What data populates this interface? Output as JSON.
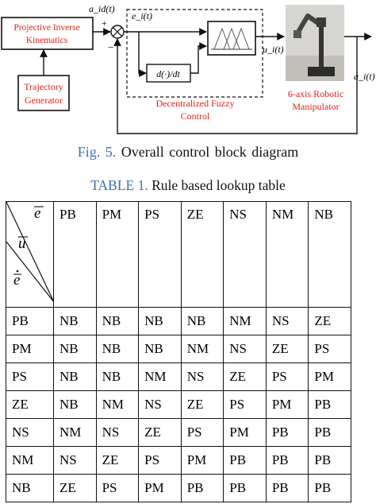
{
  "figure": {
    "blocks": {
      "pik": [
        "Projective Inverse",
        "Kinematics"
      ],
      "traj": [
        "Trajectory",
        "Generator"
      ],
      "fuzzy": [
        "Decentralized Fuzzy",
        "Control"
      ],
      "robot": [
        "6-axis Robotic",
        "Manipulator"
      ],
      "deriv": "d(·)/dt"
    },
    "signals": {
      "ref": "a_id(t)",
      "error": "e_i(t)",
      "control": "u_i(t)",
      "output": "a_i(t)",
      "plus": "+",
      "minus": "−"
    },
    "colors": {
      "block_text": "#e0201c",
      "caption_label": "#3f6fb0"
    },
    "caption_label": "Fig. 5.",
    "caption_text": "Overall control block diagram"
  },
  "table": {
    "caption_label": "TABLE 1.",
    "caption_text": "Rule based lookup table",
    "corner": {
      "col_var": "e",
      "mid_var": "u",
      "row_var": "e"
    },
    "columns": [
      "PB",
      "PM",
      "PS",
      "ZE",
      "NS",
      "NM",
      "NB"
    ],
    "rows": [
      {
        "label": "PB",
        "cells": [
          "NB",
          "NB",
          "NB",
          "NB",
          "NM",
          "NS",
          "ZE"
        ]
      },
      {
        "label": "PM",
        "cells": [
          "NB",
          "NB",
          "NB",
          "NM",
          "NS",
          "ZE",
          "PS"
        ]
      },
      {
        "label": "PS",
        "cells": [
          "NB",
          "NB",
          "NM",
          "NS",
          "ZE",
          "PS",
          "PM"
        ]
      },
      {
        "label": "ZE",
        "cells": [
          "NB",
          "NM",
          "NS",
          "ZE",
          "PS",
          "PM",
          "PB"
        ]
      },
      {
        "label": "NS",
        "cells": [
          "NM",
          "NS",
          "ZE",
          "PS",
          "PM",
          "PB",
          "PB"
        ]
      },
      {
        "label": "NM",
        "cells": [
          "NS",
          "ZE",
          "PS",
          "PM",
          "PB",
          "PB",
          "PB"
        ]
      },
      {
        "label": "NB",
        "cells": [
          "ZE",
          "PS",
          "PM",
          "PB",
          "PB",
          "PB",
          "PB"
        ]
      }
    ]
  }
}
